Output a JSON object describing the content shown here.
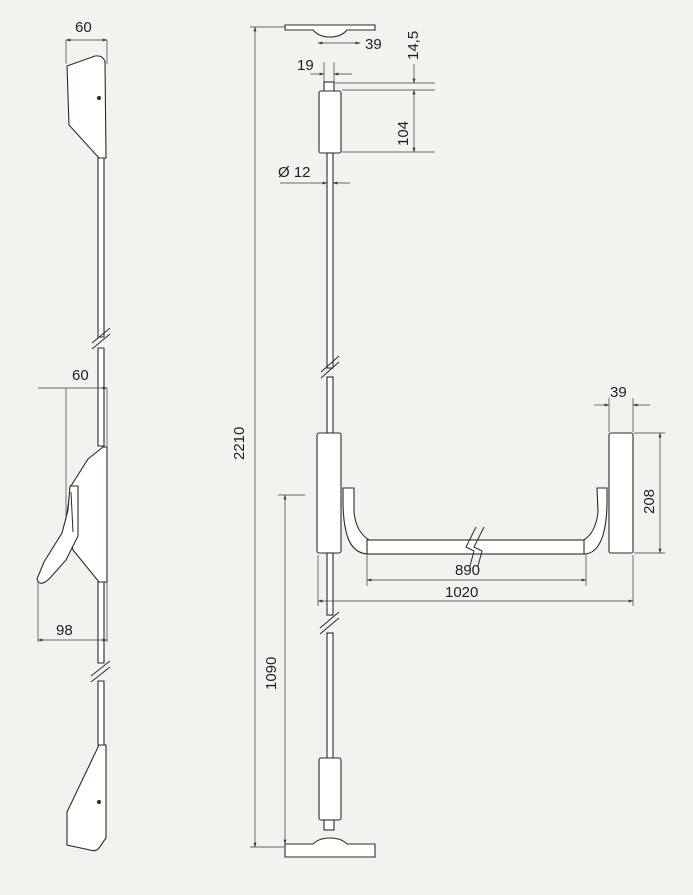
{
  "dimensions": {
    "side_top_width": "60",
    "side_mid_width": "60",
    "side_handle_depth": "98",
    "strike_width": "39",
    "strike_offset": "14,5",
    "bolt_width": "19",
    "bolt_head_height": "104",
    "rod_diameter": "Ø 12",
    "overall_height": "2210",
    "handle_height": "1090",
    "bar_length": "890",
    "overall_width": "1020",
    "end_cap_width": "39",
    "end_cap_height": "208"
  },
  "colors": {
    "background": "#f1f4ee",
    "line": "#2a2a2a",
    "fill": "#ffffff"
  }
}
